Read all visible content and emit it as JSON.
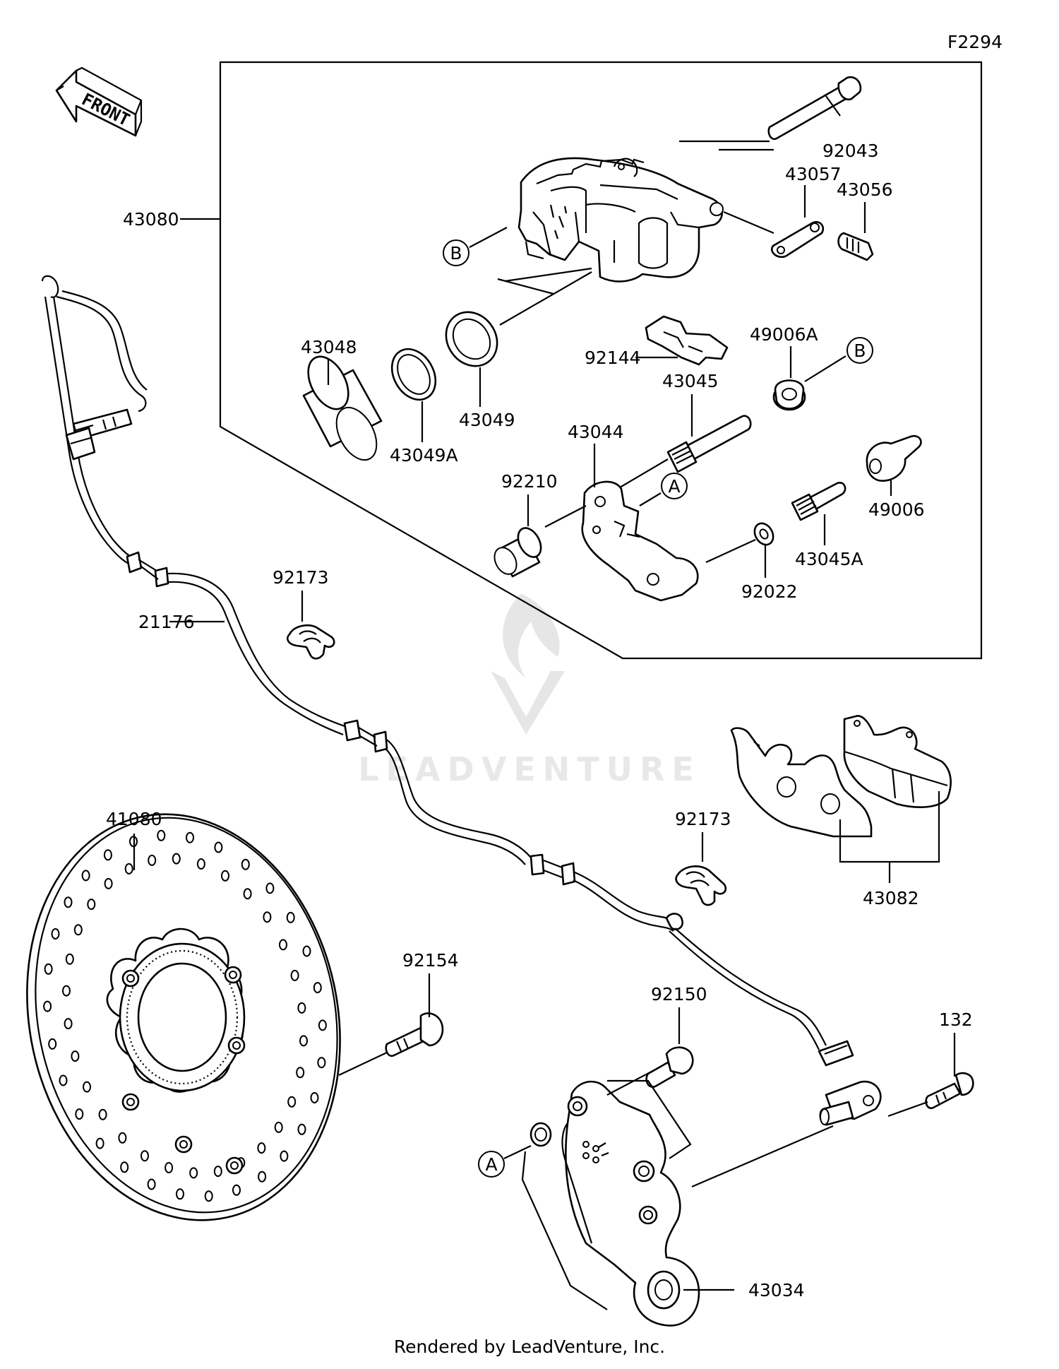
{
  "figure_id": "F2294",
  "front_label": "FRONT",
  "footer": "Rendered by LeadVenture, Inc.",
  "watermark": "LEADVENTURE",
  "ref_letters": {
    "a": "A",
    "b": "B"
  },
  "parts": {
    "p92043": "92043",
    "p43057": "43057",
    "p43056": "43056",
    "p43080": "43080",
    "p43048": "43048",
    "p43049": "43049",
    "p43049A": "43049A",
    "p92144": "92144",
    "p49006A": "49006A",
    "p43045": "43045",
    "p43044": "43044",
    "p92210": "92210",
    "p49006": "49006",
    "p43045A": "43045A",
    "p92022": "92022",
    "p92173a": "92173",
    "p21176": "21176",
    "p41080": "41080",
    "p92173b": "92173",
    "p43082": "43082",
    "p92154": "92154",
    "p92150": "92150",
    "p132": "132",
    "p43034": "43034"
  }
}
